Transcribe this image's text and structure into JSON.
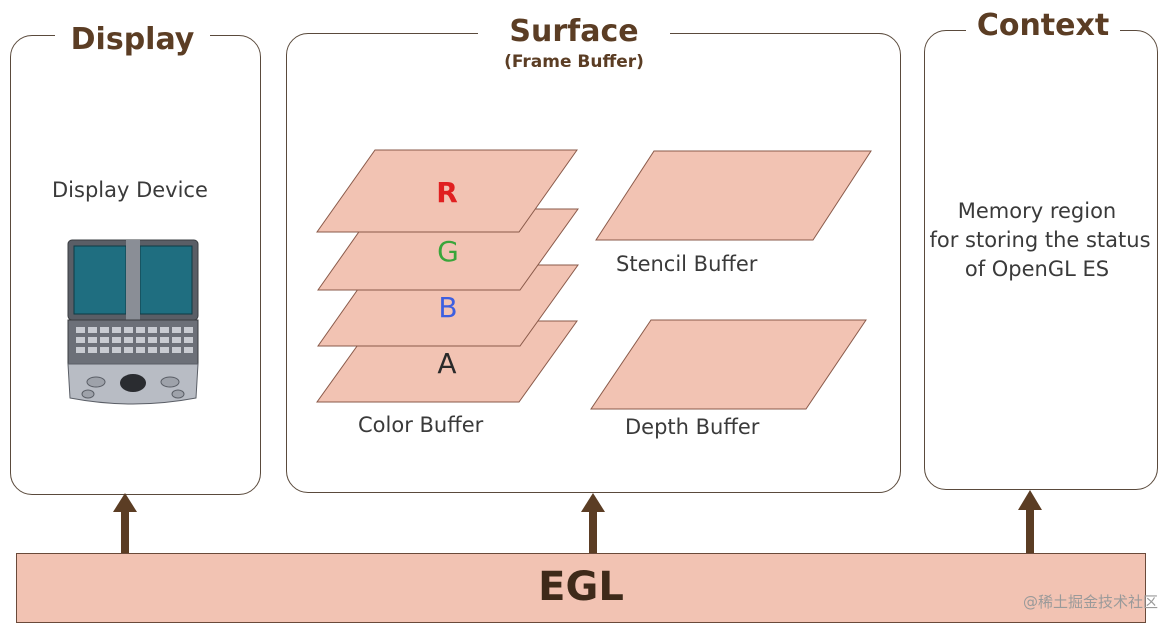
{
  "panels": {
    "display": {
      "title": "Display",
      "device_label": "Display Device"
    },
    "surface": {
      "title": "Surface",
      "subtitle": "(Frame Buffer)",
      "color_buffer": {
        "label": "Color Buffer",
        "channels": [
          {
            "letter": "R",
            "color": "#e02020"
          },
          {
            "letter": "G",
            "color": "#3aa53a"
          },
          {
            "letter": "B",
            "color": "#3d5fe0"
          },
          {
            "letter": "A",
            "color": "#2a2a2a"
          }
        ]
      },
      "stencil_label": "Stencil Buffer",
      "depth_label": "Depth Buffer"
    },
    "context": {
      "title": "Context",
      "description_lines": [
        "Memory region",
        "for storing the status",
        "of OpenGL ES"
      ]
    }
  },
  "egl": {
    "label": "EGL"
  },
  "watermark": "@稀土掘金技术社区",
  "colors": {
    "plate_fill": "#f2c3b3",
    "plate_stroke": "#8a5a4a",
    "arrow": "#5b3d24",
    "title": "#5b3d24"
  }
}
